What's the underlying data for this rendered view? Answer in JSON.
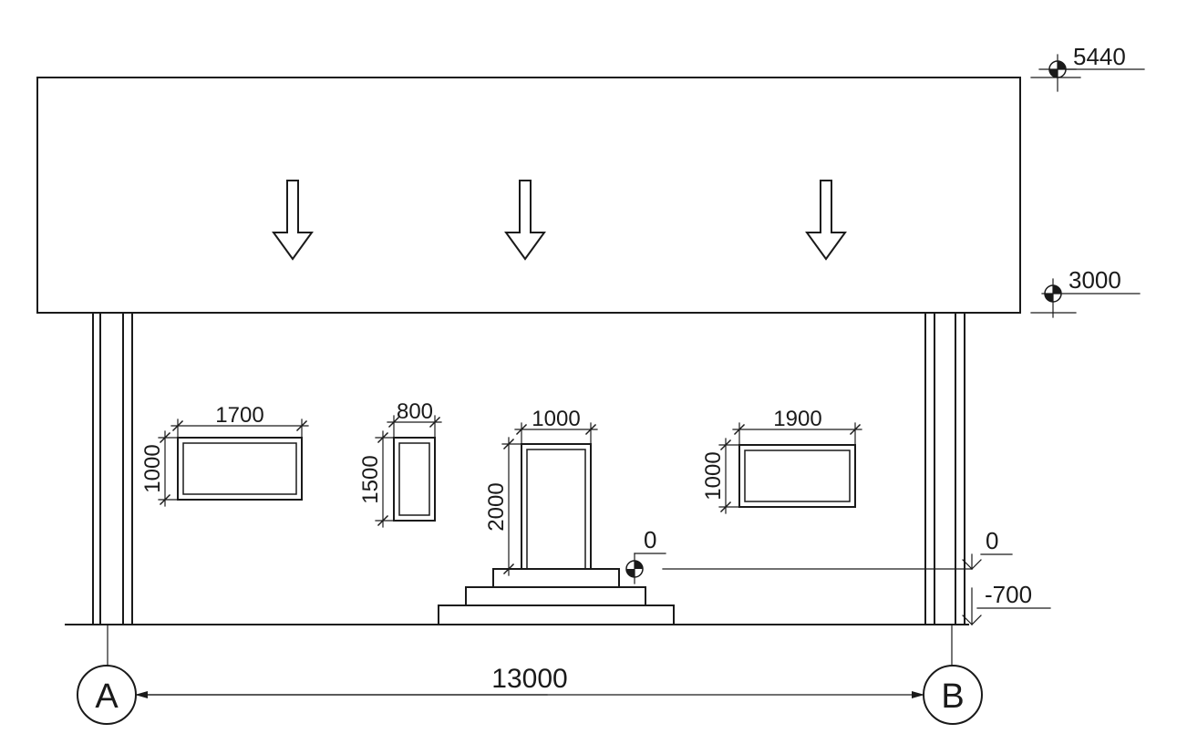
{
  "elevation_marks": {
    "roof_top": "5440",
    "roof_bottom": "3000",
    "floor_level": "0",
    "floor_level_right": "0",
    "ground_level": "-700"
  },
  "openings": {
    "window_1": {
      "width": "1700",
      "height": "1000"
    },
    "window_2": {
      "width": "800",
      "height": "1500"
    },
    "door": {
      "width": "1000",
      "height": "2000"
    },
    "window_3": {
      "width": "1900",
      "height": "1000"
    }
  },
  "axes": {
    "left": "A",
    "right": "B",
    "span": "13000"
  }
}
